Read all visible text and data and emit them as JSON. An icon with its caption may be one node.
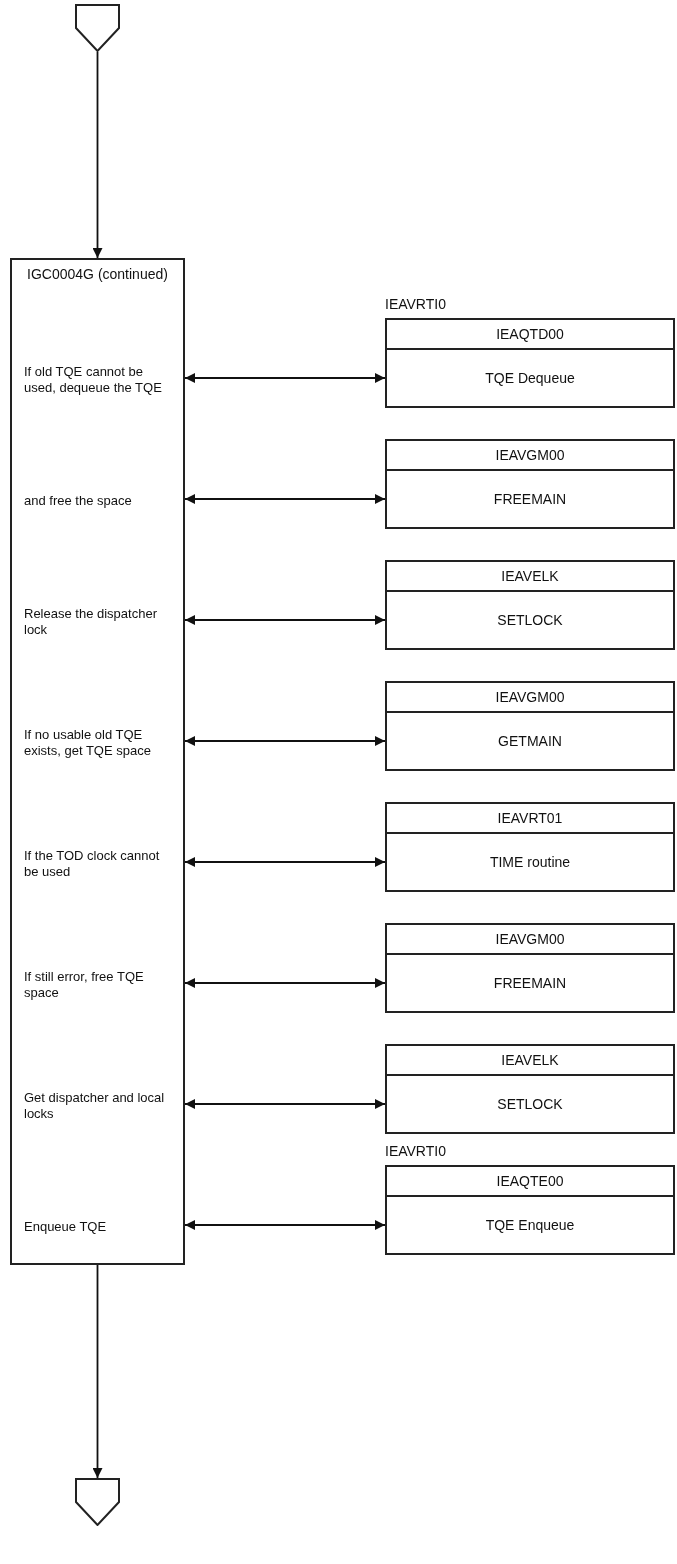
{
  "diagram": {
    "nodes": [
      {
        "text": [],
        "shape": "pentagon"
      },
      {
        "text": [
          "IGC0004G (continued)",
          "If old TQE cannot be used, dequeue the TQE",
          "and free the space",
          "Release the dispatcher lock",
          "If no usable old TQE exists, get TQE space",
          "If the TOD clock cannot be used",
          "If still error, free TQE space",
          "Get dispatcher and local locks",
          "Enqueue TQE"
        ]
      },
      {
        "text": [
          "IEAQTD00",
          "TQE Dequeue"
        ],
        "beside": [
          "IEAVRTI0"
        ]
      },
      {
        "text": [
          "IEAVGM00",
          "FREEMAIN"
        ]
      },
      {
        "text": [
          "IEAVELK",
          "SETLOCK"
        ]
      },
      {
        "text": [
          "IEAVGM00",
          "GETMAIN"
        ]
      },
      {
        "text": [
          "IEAVRT01",
          "TIME routine"
        ]
      },
      {
        "text": [
          "IEAVGM00",
          "FREEMAIN"
        ]
      },
      {
        "text": [
          "IEAVELK",
          "SETLOCK"
        ]
      },
      {
        "text": [
          "IEAQTE00",
          "TQE Enqueue"
        ],
        "beside": [
          "IEAVRTI0"
        ]
      },
      {
        "text": [],
        "shape": "pentagon"
      }
    ],
    "edges": [
      {
        "from": 0,
        "to": 1,
        "arrow": "to"
      },
      {
        "from": 1,
        "to": 2,
        "arrow": "both"
      },
      {
        "from": 1,
        "to": 3,
        "arrow": "both"
      },
      {
        "from": 1,
        "to": 4,
        "arrow": "both"
      },
      {
        "from": 1,
        "to": 5,
        "arrow": "both"
      },
      {
        "from": 1,
        "to": 6,
        "arrow": "both"
      },
      {
        "from": 1,
        "to": 7,
        "arrow": "both"
      },
      {
        "from": 1,
        "to": 8,
        "arrow": "both"
      },
      {
        "from": 1,
        "to": 9,
        "arrow": "both"
      },
      {
        "from": 1,
        "to": 10,
        "arrow": "to"
      }
    ]
  }
}
